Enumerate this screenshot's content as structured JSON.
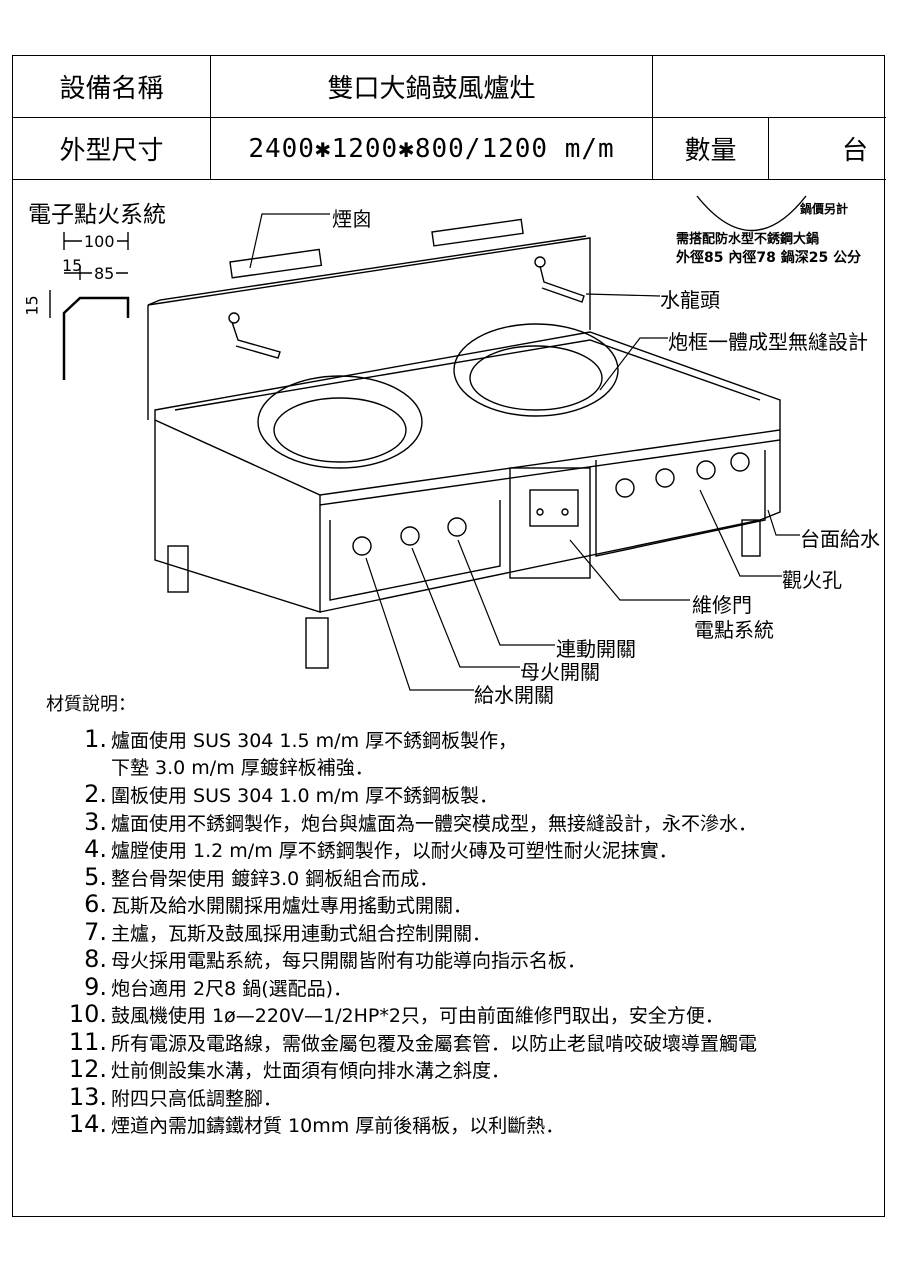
{
  "header": {
    "name_label": "設備名稱",
    "name_value": "雙口大鍋鼓風爐灶",
    "size_label": "外型尺寸",
    "size_value": "2400✱1200✱800/1200  m/m",
    "qty_label": "數量",
    "qty_unit": "台"
  },
  "drawing": {
    "section_title": "電子點火系統",
    "dim_100": "100",
    "dim_15_top": "15",
    "dim_85": "85",
    "dim_15_side": "15",
    "wok_price_note": "鍋價另計",
    "wok_spec_line1": "需搭配防水型不銹鋼大鍋",
    "wok_spec_line2": "外徑85 內徑78 鍋深25 公分",
    "labels": {
      "chimney": "煙囪",
      "faucet": "水龍頭",
      "frame": "炮框一體成型無縫設計",
      "counter_water": "台面給水",
      "peephole": "觀火孔",
      "service_door": "維修門",
      "ignition": "電點系統",
      "linked_switch": "連動開關",
      "pilot_switch": "母火開關",
      "water_switch": "給水開關"
    }
  },
  "materials": {
    "title": "材質說明：",
    "items": [
      {
        "num": "1.",
        "text": "爐面使用 SUS 304 1.5 m/m 厚不銹鋼板製作，"
      },
      {
        "num": "",
        "text": "下墊 3.0 m/m 厚鍍鋅板補強．"
      },
      {
        "num": "2.",
        "text": "圍板使用 SUS 304 1.0 m/m 厚不銹鋼板製．"
      },
      {
        "num": "3.",
        "text": "爐面使用不銹鋼製作，炮台與爐面為一體突模成型，無接縫設計，永不滲水．"
      },
      {
        "num": "4.",
        "text": "爐膛使用 1.2 m/m 厚不銹鋼製作，以耐火磚及可塑性耐火泥抹實．"
      },
      {
        "num": "5.",
        "text": "整台骨架使用 鍍鋅3.0 鋼板組合而成．"
      },
      {
        "num": "6.",
        "text": "瓦斯及給水開關採用爐灶專用搖動式開關．"
      },
      {
        "num": "7.",
        "text": "主爐，瓦斯及鼓風採用連動式組合控制開關．"
      },
      {
        "num": "8.",
        "text": "母火採用電點系統，每只開關皆附有功能導向指示名板．"
      },
      {
        "num": "9.",
        "text": "炮台適用 2尺8 鍋(選配品)．"
      },
      {
        "num": "10.",
        "text": "鼓風機使用 1ø—220V—1/2HP*2只，可由前面維修門取出，安全方便．"
      },
      {
        "num": "11.",
        "text": "所有電源及電路線，需做金屬包覆及金屬套管．以防止老鼠啃咬破壞導置觸電"
      },
      {
        "num": "12.",
        "text": "灶前側設集水溝，灶面須有傾向排水溝之斜度．"
      },
      {
        "num": "13.",
        "text": "附四只高低調整腳．"
      },
      {
        "num": "14.",
        "text": "煙道內需加鑄鐵材質 10mm 厚前後稱板，以利斷熱．"
      }
    ]
  }
}
